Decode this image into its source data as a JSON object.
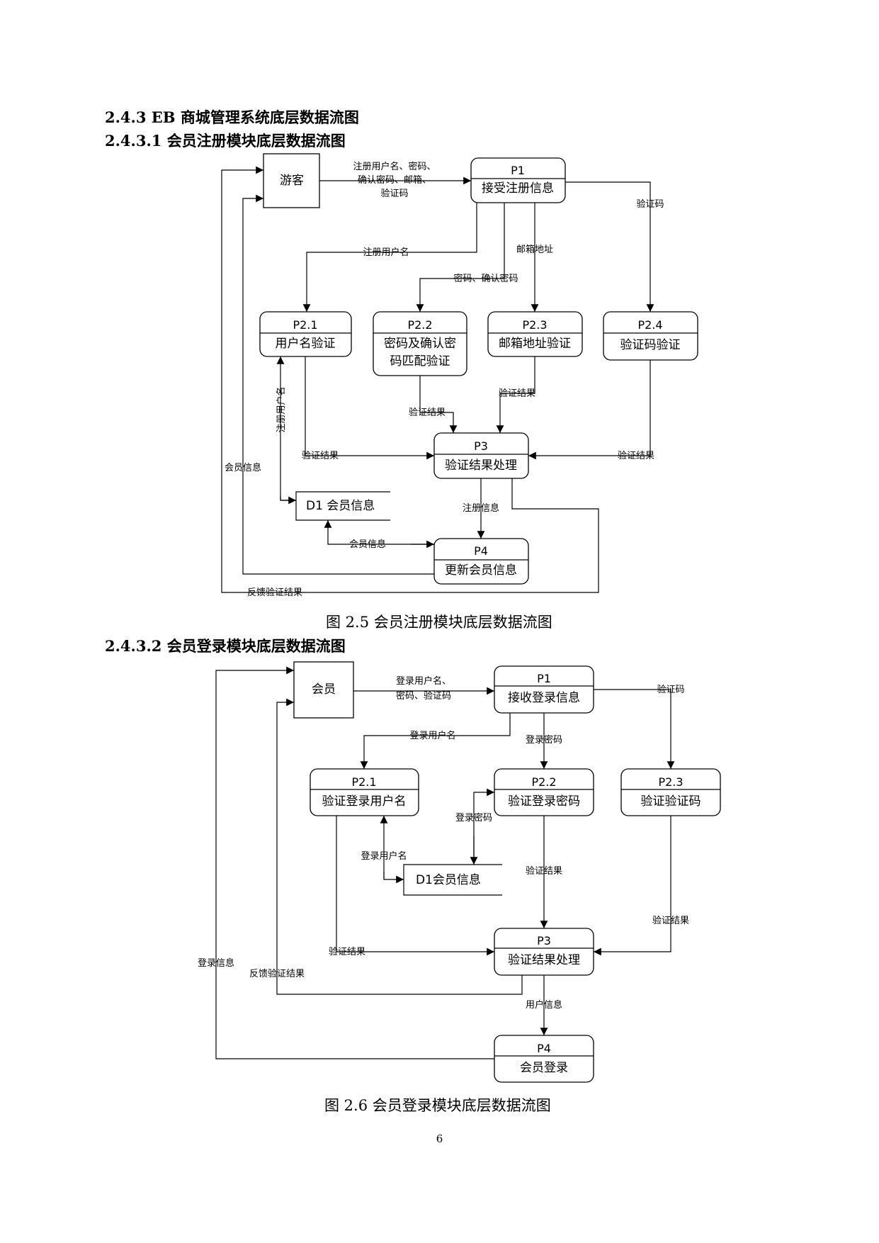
{
  "headings": {
    "h243": "2.4.3 EB 商城管理系统底层数据流图",
    "h2431": "2.4.3.1  会员注册模块底层数据流图",
    "h2432": "2.4.3.2  会员登录模块底层数据流图"
  },
  "fig1": {
    "caption": "图 2.5 会员注册模块底层数据流图",
    "entity": "游客",
    "p1": {
      "id": "P1",
      "name": "接受注册信息"
    },
    "p21": {
      "id": "P2.1",
      "name": "用户名验证"
    },
    "p22": {
      "id": "P2.2",
      "name_line1": "密码及确认密",
      "name_line2": "码匹配验证"
    },
    "p23": {
      "id": "P2.3",
      "name": "邮箱地址验证"
    },
    "p24": {
      "id": "P2.4",
      "name": "验证码验证"
    },
    "p3": {
      "id": "P3",
      "name": "验证结果处理"
    },
    "p4": {
      "id": "P4",
      "name": "更新会员信息"
    },
    "store": "D1 会员信息",
    "labels": {
      "input_line1": "注册用户名、密码、",
      "input_line2": "确认密码、邮箱、",
      "input_line3": "验证码",
      "captcha": "验证码",
      "email": "邮箱地址",
      "username": "注册用户名",
      "password": "密码、确认密码",
      "result_p22": "验证结果",
      "result_p23": "验证结果",
      "result_p21": "验证结果",
      "result_p24": "验证结果",
      "reg_username_vertical": "注册用户名",
      "member_info_left": "会员信息",
      "register_info": "注册信息",
      "member_info_store": "会员信息",
      "feedback": "反馈验证结果"
    }
  },
  "fig2": {
    "caption": "图 2.6  会员登录模块底层数据流图",
    "entity": "会员",
    "p1": {
      "id": "P1",
      "name": "接收登录信息"
    },
    "p21": {
      "id": "P2.1",
      "name": "验证登录用户名"
    },
    "p22": {
      "id": "P2.2",
      "name": "验证登录密码"
    },
    "p23": {
      "id": "P2.3",
      "name": "验证验证码"
    },
    "p3": {
      "id": "P3",
      "name": "验证结果处理"
    },
    "p4": {
      "id": "P4",
      "name": "会员登录"
    },
    "store": "D1会员信息",
    "labels": {
      "input_line1": "登录用户名、",
      "input_line2": "密码、验证码",
      "captcha": "验证码",
      "login_username": "登录用户名",
      "login_password": "登录密码",
      "store_password": "登录密码",
      "store_username": "登录用户名",
      "result_p22": "验证结果",
      "result_p23": "验证结果",
      "result_p21": "验证结果",
      "login_info": "登录信息",
      "feedback": "反馈验证结果",
      "user_info": "用户信息"
    }
  },
  "page_number": "6"
}
